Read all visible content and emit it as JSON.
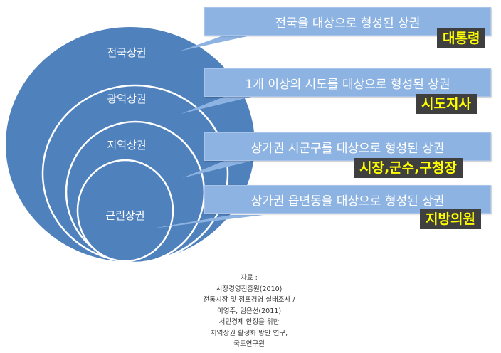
{
  "rings": [
    {
      "label": "전국상권"
    },
    {
      "label": "광역상권"
    },
    {
      "label": "지역상권"
    },
    {
      "label": "근린상권"
    }
  ],
  "callouts": [
    {
      "text": "전국을 대상으로 형성된 상권",
      "tag": "대통령"
    },
    {
      "text": "1개 이상의 시도를 대상으로 형성된 상권",
      "tag": "시도지사"
    },
    {
      "text": "상가권 시군구를 대상으로 형성된 상권",
      "tag": "시장,군수,구청장"
    },
    {
      "text": "상가권 읍면동을 대상으로 형성된 상권",
      "tag": "지방의원"
    }
  ],
  "source_lines": [
    "자료 :",
    "시장경영진흥원(2010)",
    "전통시장 및 점포경영 실태조사 /",
    "이영주, 임은선(2011)",
    "서민경제 안정을 위한",
    "지역상권 활성화 방안 연구,",
    "국토연구원"
  ],
  "colors": {
    "circle_fill": "#4f81bd",
    "circle_stroke": "#ffffff",
    "callout_fill": "#8db3e2",
    "tag_fill": "#3f3f3f",
    "tag_text": "#ffff00"
  }
}
